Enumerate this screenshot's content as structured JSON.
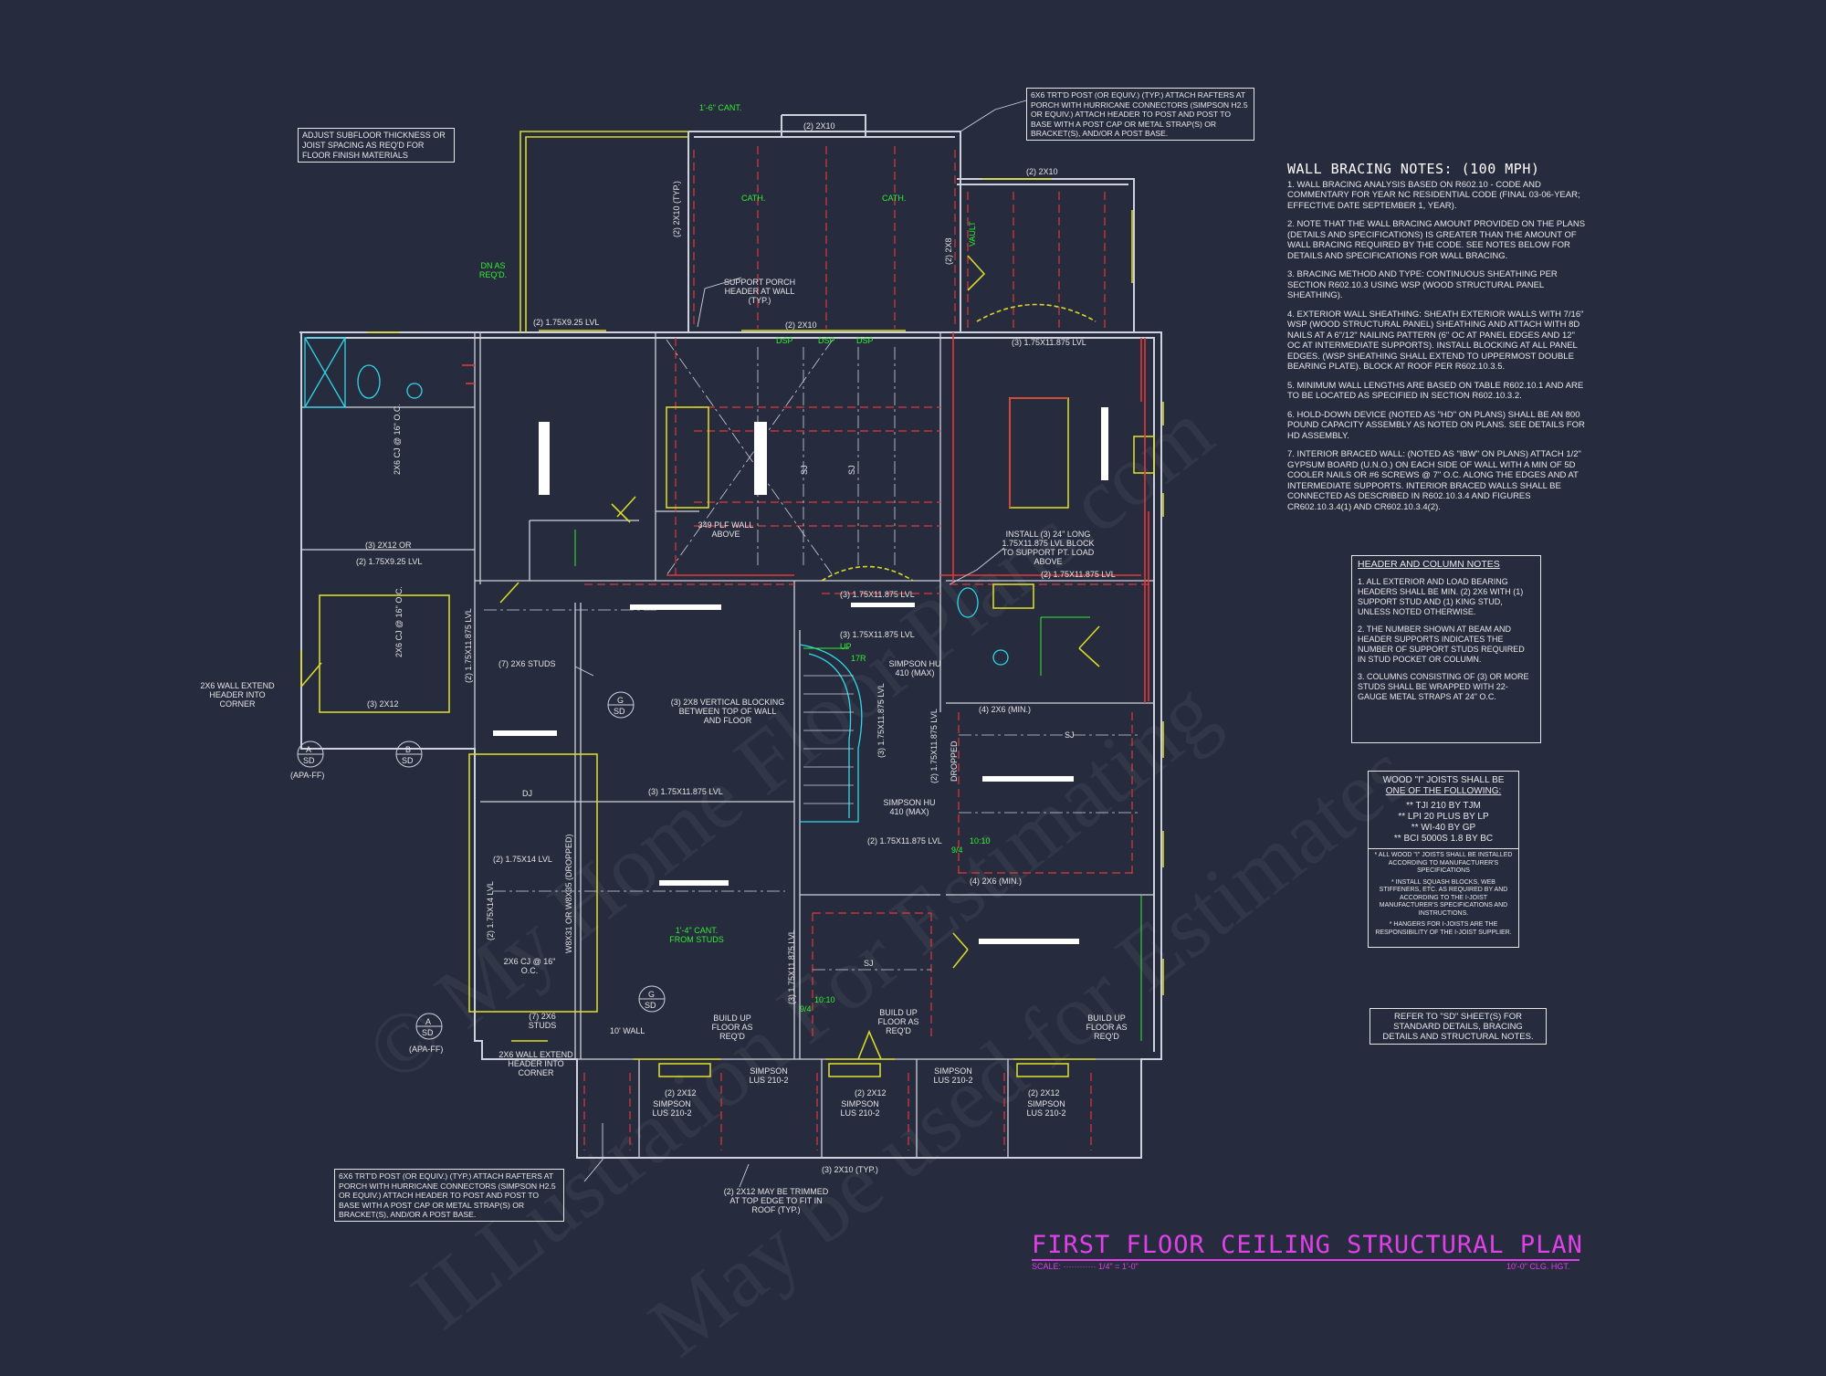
{
  "title": {
    "main": "FIRST FLOOR CEILING STRUCTURAL PLAN",
    "scale": "SCALE: ············ 1/4\" = 1'-0\"",
    "height": "10'-0\" CLG. HGT."
  },
  "watermark": {
    "line1": "© My Home Floor Plans.com",
    "line2": "ILLustration For Estimating",
    "line3": "May be used for Estimates"
  },
  "wall_bracing_notes": {
    "title": "WALL BRACING NOTES: (100 MPH)",
    "items": [
      "1. WALL BRACING ANALYSIS BASED ON R602.10 - CODE AND COMMENTARY FOR YEAR NC RESIDENTIAL CODE (FINAL 03-06-YEAR; EFFECTIVE DATE SEPTEMBER 1, YEAR).",
      "2. NOTE THAT THE WALL BRACING AMOUNT PROVIDED ON THE PLANS (DETAILS AND SPECIFICATIONS) IS GREATER THAN THE AMOUNT OF WALL BRACING REQUIRED BY THE CODE. SEE NOTES BELOW FOR DETAILS AND SPECIFICATIONS FOR WALL BRACING.",
      "3. BRACING METHOD AND TYPE: CONTINUOUS SHEATHING PER SECTION R602.10.3 USING WSP (WOOD STRUCTURAL PANEL SHEATHING).",
      "4. EXTERIOR WALL SHEATHING: SHEATH EXTERIOR WALLS WITH 7/16\" WSP (WOOD STRUCTURAL PANEL) SHEATHING AND ATTACH WITH 8d NAILS AT A 6\"/12\" NAILING PATTERN (6\" OC AT PANEL EDGES AND 12\" OC AT INTERMEDIATE SUPPORTS). INSTALL BLOCKING AT ALL PANEL EDGES. (WSP SHEATHING SHALL EXTEND TO UPPERMOST DOUBLE BEARING PLATE). BLOCK AT ROOF PER R602.10.3.5.",
      "5. MINIMUM WALL LENGTHS ARE BASED ON TABLE R602.10.1 AND ARE TO BE LOCATED AS SPECIFIED IN SECTION R602.10.3.2.",
      "6. HOLD-DOWN DEVICE (NOTED AS \"HD\" ON PLANS) SHALL BE AN 800 POUND CAPACITY ASSEMBLY AS NOTED ON PLANS. SEE DETAILS FOR HD ASSEMBLY.",
      "7. INTERIOR BRACED WALL: (NOTED AS \"IBW\" ON PLANS) ATTACH 1/2\" GYPSUM BOARD (U.N.O.) ON EACH SIDE OF WALL WITH A MIN OF 5d COOLER NAILS OR #6 SCREWS @ 7\" O.C. ALONG THE EDGES AND AT INTERMEDIATE SUPPORTS. INTERIOR BRACED WALLS SHALL BE CONNECTED AS DESCRIBED IN R602.10.3.4 AND FIGURES CR602.10.3.4(1) AND CR602.10.3.4(2)."
    ]
  },
  "header_column_notes": {
    "title": "HEADER AND COLUMN NOTES",
    "items": [
      "1. ALL EXTERIOR AND LOAD BEARING HEADERS SHALL BE MIN. (2) 2x6 WITH (1) SUPPORT STUD AND (1) KING STUD, UNLESS NOTED OTHERWISE.",
      "2. THE NUMBER SHOWN AT BEAM AND HEADER SUPPORTS INDICATES THE NUMBER OF SUPPORT STUDS REQUIRED IN STUD POCKET OR COLUMN.",
      "3. COLUMNS CONSISTING OF (3) OR MORE STUDS SHALL BE WRAPPED WITH 22-GAUGE METAL STRAPS AT 24\" O.C."
    ]
  },
  "joist_notes": {
    "title1": "WOOD \"I\" JOISTS SHALL BE",
    "title2": "ONE OF THE FOLLOWING:",
    "options": [
      "** TJI 210 BY TJM",
      "** LPI 20 PLUS BY LP",
      "** WI-40 BY GP",
      "** BCI 5000s 1.8 BY BC"
    ],
    "items": [
      "* ALL WOOD \"I\" JOISTS SHALL BE INSTALLED ACCORDING TO MANUFACTURER'S SPECIFICATIONS",
      "* INSTALL SQUASH BLOCKS, WEB STIFFENERS, ETC. AS REQUIRED BY AND ACCORDING TO THE I-JOIST MANUFACTURER'S SPECIFICATIONS AND INSTRUCTIONS.",
      "* HANGERS FOR I-JOISTS ARE THE RESPONSIBILITY OF THE I-JOIST SUPPLIER."
    ]
  },
  "refer_note": "REFER TO \"SD\" SHEET(S) FOR STANDARD DETAILS, BRACING DETAILS AND STRUCTURAL NOTES.",
  "callouts": {
    "subfloor": "ADJUST SUBFLOOR THICKNESS OR JOIST SPACING AS REQ'D FOR FLOOR FINISH MATERIALS",
    "post_top": "6x6 TRT'D POST (OR EQUIV.) (TYP.) ATTACH RAFTERS AT PORCH WITH HURRICANE CONNECTORS (SIMPSON H2.5 OR EQUIV.) ATTACH HEADER TO POST AND POST TO BASE WITH A POST CAP OR METAL STRAP(S) OR BRACKET(S), AND/OR A POST BASE.",
    "post_bottom": "6x6 TRT'D POST (OR EQUIV.) (TYP.) ATTACH RAFTERS AT PORCH WITH HURRICANE CONNECTORS (SIMPSON H2.5 OR EQUIV.) ATTACH HEADER TO POST AND POST TO BASE WITH A POST CAP OR METAL STRAP(S) OR BRACKET(S), AND/OR A POST BASE.",
    "cant_top": "1'-6\" CANT.",
    "support_porch": "SUPPORT PORCH HEADER AT WALL (TYP.)",
    "dn_as_reqd": "DN AS REQ'D.",
    "cath1": "CATH.",
    "cath2": "CATH.",
    "vault": "VAULT",
    "two_2x10_top": "(2) 2x10",
    "two_2x10_right": "(2) 2x10",
    "two_2x10_mid": "(2) 2x10",
    "two_2x10_typ": "(2) 2x10 (TYP.)",
    "two_2x8": "(2) 2x8",
    "lvl_925_top": "(2) 1.75x9.25 LVL",
    "lvl_11875_right": "(3) 1.75x11.875 LVL",
    "dsp1": "DSP",
    "dsp2": "DSP",
    "dsp3": "DSP",
    "cj_16_a": "2x6 CJ @ 16\" O.C.",
    "three_2x12_or": "(3) 2x12 OR",
    "lvl_925_b": "(2) 1.75x9.25 LVL",
    "three_2x12": "(3) 2x12",
    "cj_16_b": "2x6 CJ @ 16\" O.C.",
    "wall_extend": "2x6 WALL EXTEND HEADER INTO CORNER",
    "apa_ff": "(APA-FF)",
    "apa_ff2": "(APA-FF)",
    "lvl_left_vert": "(2) 1.75x11.875 LVL",
    "studs_2x6": "(7) 2X6 STUDS",
    "vertical_blocking": "(3) 2x8 VERTICAL BLOCKING BETWEEN TOP OF WALL AND FLOOR",
    "plf": "349 PLF WALL ABOVE",
    "install_24": "INSTALL (3) 24\" LONG 1.75x11.875 LVL BLOCK TO SUPPORT PT. LOAD ABOVE",
    "lvl_11875_b": "(2) 1.75x11.875 LVL",
    "lvl_11875_c": "(3) 1.75x11.875 LVL",
    "lvl_11875_d": "(3) 1.75x11.875 LVL",
    "simpson_hu410_a": "SIMPSON HU 410 (MAX)",
    "simpson_hu410_b": "SIMPSON HU 410 (MAX)",
    "lvl_11875_e": "(3) 1.75x11.875 LVL",
    "lvl_11875_f": "(2) 1.75x11.875 LVL",
    "dropped": "DROPPED",
    "four_2x6_min_a": "(4) 2x6 (MIN.)",
    "four_2x6_min_b": "(4) 2x6 (MIN.)",
    "lvl_11875_g": "(2) 1.75x11.875 LVL",
    "lvl_11875_h": "(3) 1.75x11.875 LVL",
    "lvl_18x14": "(2) 1.75x14 LVL",
    "w8_dropped": "W8x31 OR W8x35 (DROPPED)",
    "cj_16_c": "2x6 CJ @ 16\" O.C.",
    "studs_7_2x6": "(7) 2x6 STUDS",
    "wall_extend_b": "2x6 WALL EXTEND HEADER INTO CORNER",
    "ten_wall": "10' WALL",
    "cant_14": "1'-4\" CANT. FROM STUDS",
    "lvl_vert_b": "(3) 1.75x11.875 LVL",
    "build_up_a": "BUILD UP FLOOR AS REQ'D",
    "build_up_b": "BUILD UP FLOOR AS REQ'D",
    "build_up_c": "BUILD UP FLOOR AS REQ'D",
    "simpson_lus_a": "SIMPSON LUS 210-2",
    "simpson_lus_b": "SIMPSON LUS 210-2",
    "simpson_lus_c": "SIMPSON LUS 210-2",
    "simpson_lus_d": "SIMPSON LUS 210-2",
    "simpson_lus_e": "SIMPSON LUS 210-2",
    "two_2x12_a": "(2) 2x12",
    "two_2x12_b": "(2) 2x12",
    "two_2x12_c": "(2) 2x12",
    "two_2x10_typ_b": "(3) 2x10 (TYP.)",
    "trim_note": "(2) 2x12 MAY BE TRIMMED AT TOP EDGE TO FIT IN ROOF (TYP.)",
    "up": "UP",
    "r17": "17R",
    "dj": "DJ",
    "sj_a": "SJ",
    "sj_b": "SJ",
    "sj_c": "SJ",
    "sj_d": "SJ",
    "ten10_a": "10:10",
    "ten10_b": "10:10",
    "nine4_a": "9/4",
    "nine4_b": "9/4"
  },
  "section_marks": [
    {
      "letter": "A",
      "sheet": "SD"
    },
    {
      "letter": "B",
      "sheet": "SD"
    },
    {
      "letter": "G",
      "sheet": "SD"
    },
    {
      "letter": "G",
      "sheet": "SD"
    },
    {
      "letter": "A",
      "sheet": "SD"
    }
  ],
  "colors": {
    "background": "#262b3d",
    "wall": "#cfd2dc",
    "beam_red": "#e23838",
    "window_yellow": "#d8d82a",
    "accent_green": "#33ee33",
    "title_magenta": "#e040e8",
    "fixture_cyan": "#2fd8e8"
  }
}
